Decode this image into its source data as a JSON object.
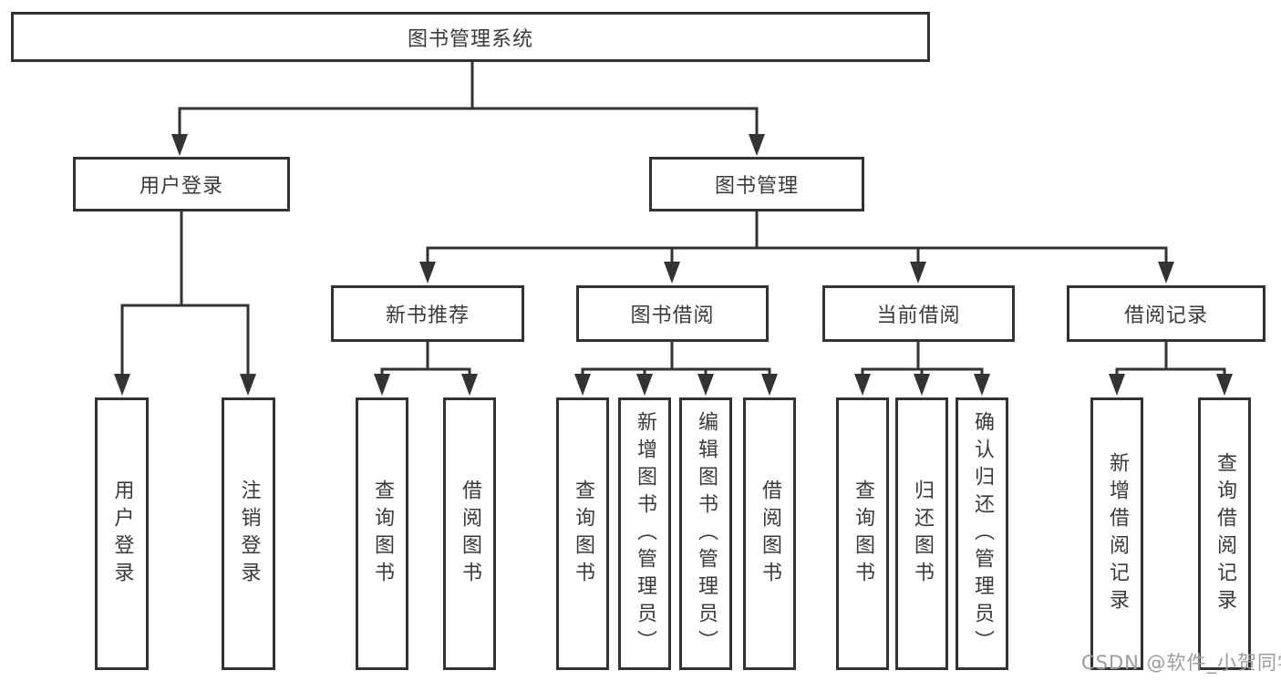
{
  "tree": {
    "label": "图书管理系统",
    "children": [
      {
        "label": "用户登录",
        "children": [
          {
            "label": "用户登录"
          },
          {
            "label": "注销登录"
          }
        ]
      },
      {
        "label": "图书管理",
        "children": [
          {
            "label": "新书推荐",
            "children": [
              {
                "label": "查询图书"
              },
              {
                "label": "借阅图书"
              }
            ]
          },
          {
            "label": "图书借阅",
            "children": [
              {
                "label": "查询图书"
              },
              {
                "label": "新增图书（管理员）"
              },
              {
                "label": "编辑图书（管理员）"
              },
              {
                "label": "借阅图书"
              }
            ]
          },
          {
            "label": "当前借阅",
            "children": [
              {
                "label": "查询图书"
              },
              {
                "label": "归还图书"
              },
              {
                "label": "确认归还（管理员）"
              }
            ]
          },
          {
            "label": "借阅记录",
            "children": [
              {
                "label": "新增借阅记录"
              },
              {
                "label": "查询借阅记录"
              }
            ]
          }
        ]
      }
    ]
  },
  "watermark": "CSDN @软件_小贺同学",
  "colors": {
    "line-color": "#333333",
    "text-color": "#3a3a3a",
    "box-bg": "#ffffff",
    "page-bg": "#ffffff",
    "watermark-color": "#9c9c9c"
  }
}
